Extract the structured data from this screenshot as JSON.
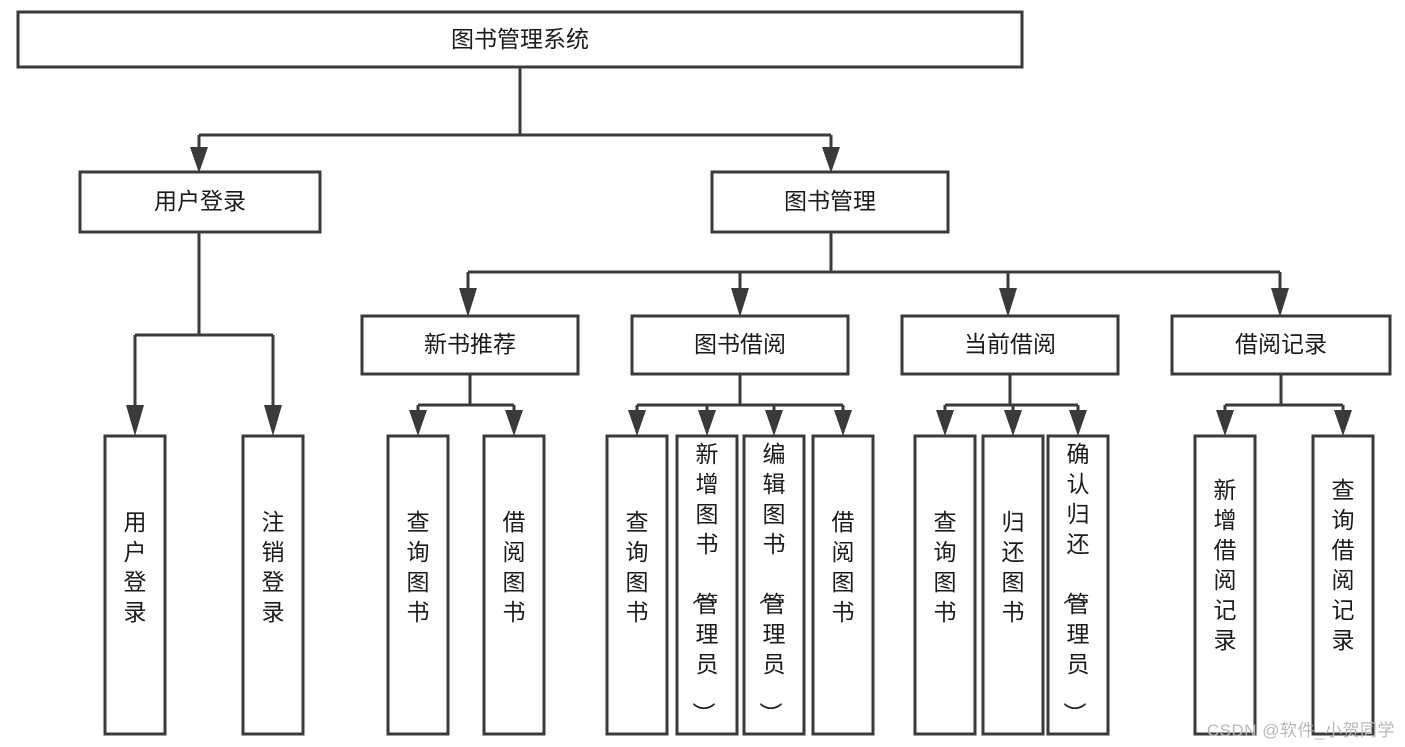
{
  "diagram": {
    "type": "tree-hierarchy",
    "title": "图书管理系统",
    "watermark": "CSDN @软件_小贺同学",
    "colors": {
      "stroke": "#3a3a3a",
      "box_fill": "#ffffff",
      "text": "#1b1b1b",
      "background": "#ffffff",
      "watermark": "#b9b9b9"
    },
    "root": {
      "label": "图书管理系统",
      "orientation": "horizontal"
    },
    "level2": [
      {
        "label": "用户登录",
        "orientation": "horizontal"
      },
      {
        "label": "图书管理",
        "orientation": "horizontal"
      }
    ],
    "level3": [
      {
        "label": "新书推荐",
        "orientation": "horizontal"
      },
      {
        "label": "图书借阅",
        "orientation": "horizontal"
      },
      {
        "label": "当前借阅",
        "orientation": "horizontal"
      },
      {
        "label": "借阅记录",
        "orientation": "horizontal"
      }
    ],
    "leaves": {
      "user_login": [
        {
          "label": "用户登录",
          "orientation": "vertical"
        },
        {
          "label": "注销登录",
          "orientation": "vertical"
        }
      ],
      "new_book_recommend": [
        {
          "label": "查询图书",
          "orientation": "vertical"
        },
        {
          "label": "借阅图书",
          "orientation": "vertical"
        }
      ],
      "book_borrow": [
        {
          "label": "查询图书",
          "orientation": "vertical"
        },
        {
          "label": "新增图书（管理员）",
          "orientation": "vertical"
        },
        {
          "label": "编辑图书（管理员）",
          "orientation": "vertical"
        },
        {
          "label": "借阅图书",
          "orientation": "vertical"
        }
      ],
      "current_borrow": [
        {
          "label": "查询图书",
          "orientation": "vertical"
        },
        {
          "label": "归还图书",
          "orientation": "vertical"
        },
        {
          "label": "确认归还（管理员）",
          "orientation": "vertical"
        }
      ],
      "borrow_record": [
        {
          "label": "新增借阅记录",
          "orientation": "vertical"
        },
        {
          "label": "查询借阅记录",
          "orientation": "vertical"
        }
      ]
    }
  }
}
